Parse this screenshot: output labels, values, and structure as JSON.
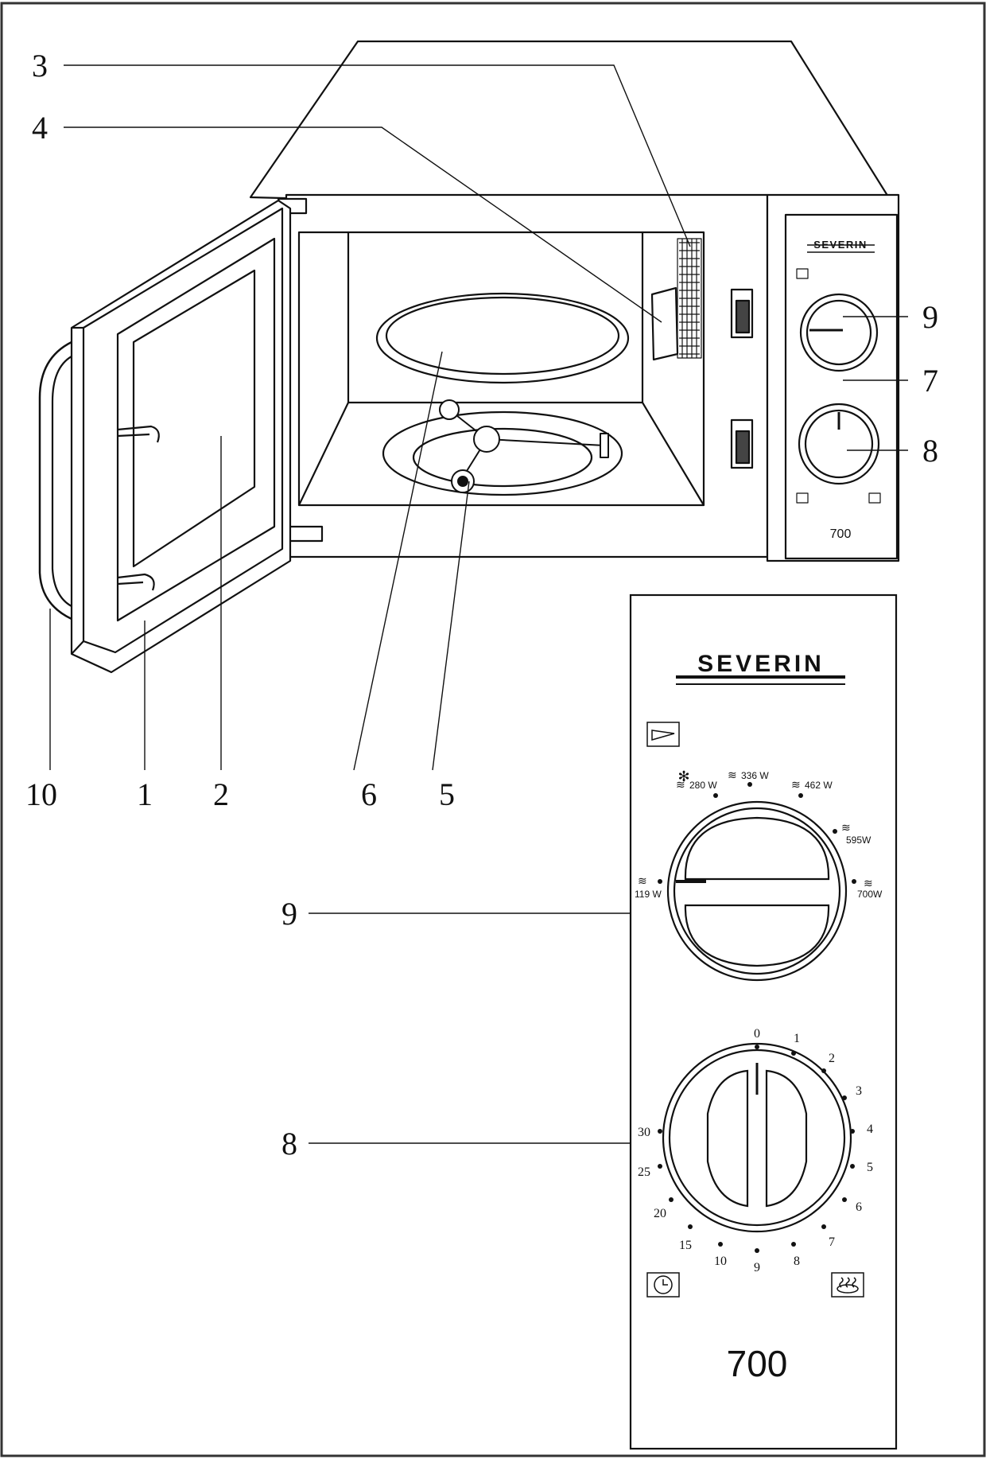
{
  "callouts": {
    "c3": "3",
    "c4": "4",
    "c9_top": "9",
    "c7": "7",
    "c8_top": "8",
    "c10": "10",
    "c1": "1",
    "c2": "2",
    "c6": "6",
    "c5": "5",
    "c9_bottom": "9",
    "c8_bottom": "8"
  },
  "panel": {
    "brand": "SEVERIN",
    "model": "700",
    "power_labels": {
      "p280": "280 W",
      "p336": "336 W",
      "p462": "462 W",
      "p595": "595W",
      "p119": "119 W",
      "p700": "700W"
    },
    "timer_labels": {
      "t0": "0",
      "t1": "1",
      "t2": "2",
      "t3": "3",
      "t4": "4",
      "t5": "5",
      "t6": "6",
      "t7": "7",
      "t8": "8",
      "t9": "9",
      "t10": "10",
      "t15": "15",
      "t20": "20",
      "t25": "25",
      "t30": "30"
    }
  },
  "small_panel": {
    "brand": "SEVERIN",
    "model": "700"
  }
}
